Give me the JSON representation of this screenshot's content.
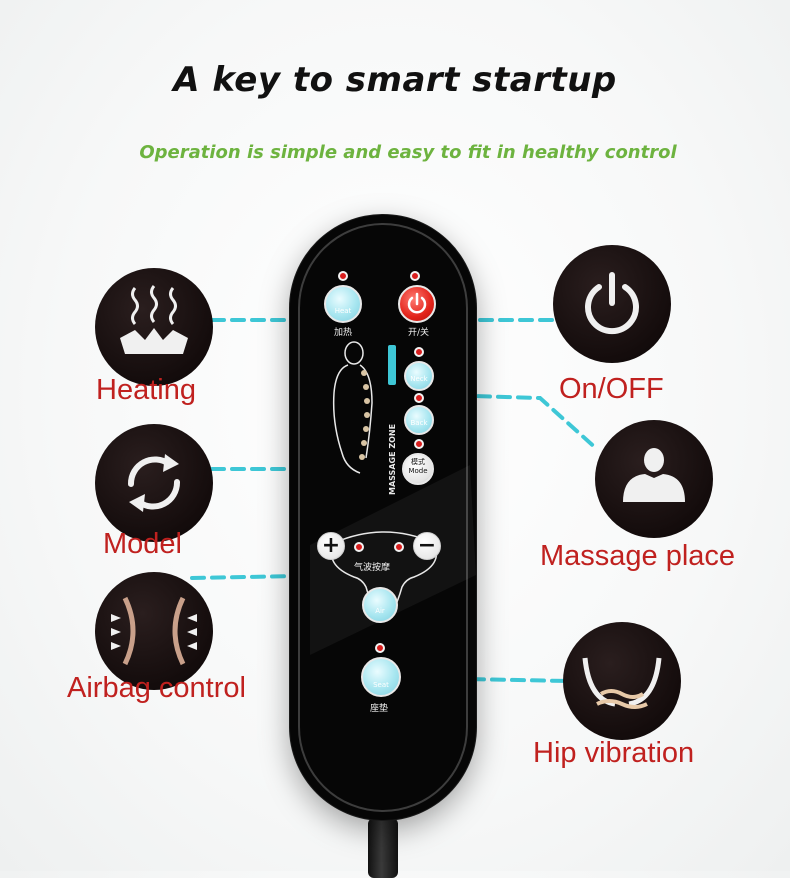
{
  "header": {
    "title": "A key to smart startup",
    "subtitle": "Operation is simple and easy to fit in healthy control"
  },
  "features": {
    "heating": {
      "label": "Heating",
      "icon": "heating-icon"
    },
    "on_off": {
      "label": "On/OFF",
      "icon": "power-icon"
    },
    "model": {
      "label": "Model",
      "icon": "cycle-arrows-icon"
    },
    "massage_place": {
      "label": "Massage place",
      "icon": "shoulders-icon"
    },
    "airbag_control": {
      "label": "Airbag control",
      "icon": "airbag-icon"
    },
    "hip_vibration": {
      "label": "Hip vibration",
      "icon": "hip-icon"
    }
  },
  "remote": {
    "heat_button": {
      "text": "Heat",
      "caption": "加热"
    },
    "power_button": {
      "caption": "开/关"
    },
    "zone_label": "MASSAGE ZONE",
    "zone_buttons": [
      {
        "text": "Neck"
      },
      {
        "text": "Back"
      },
      {
        "text": "模式\nMode"
      }
    ],
    "plus_label": "+",
    "minus_label": "−",
    "air_caption": "气波按摩",
    "air_button": {
      "text": "Air"
    },
    "seat_button": {
      "text": "Seat",
      "caption": "座垫"
    }
  },
  "colors": {
    "label_red": "#c0211f",
    "subtitle_green": "#6db33f",
    "connector_cyan": "#3ec7d6",
    "power_red": "#e2231a"
  }
}
